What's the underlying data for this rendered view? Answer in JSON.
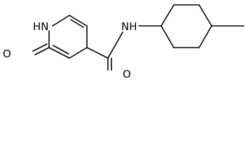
{
  "molecule": {
    "atom_labels": {
      "ring_nh": "HN",
      "ring_oxygen": "O",
      "amide_nh": "NH",
      "amide_oxygen": "O"
    },
    "colors": {
      "bond": "#000000",
      "label": "#000000",
      "background": "#ffffff"
    }
  }
}
